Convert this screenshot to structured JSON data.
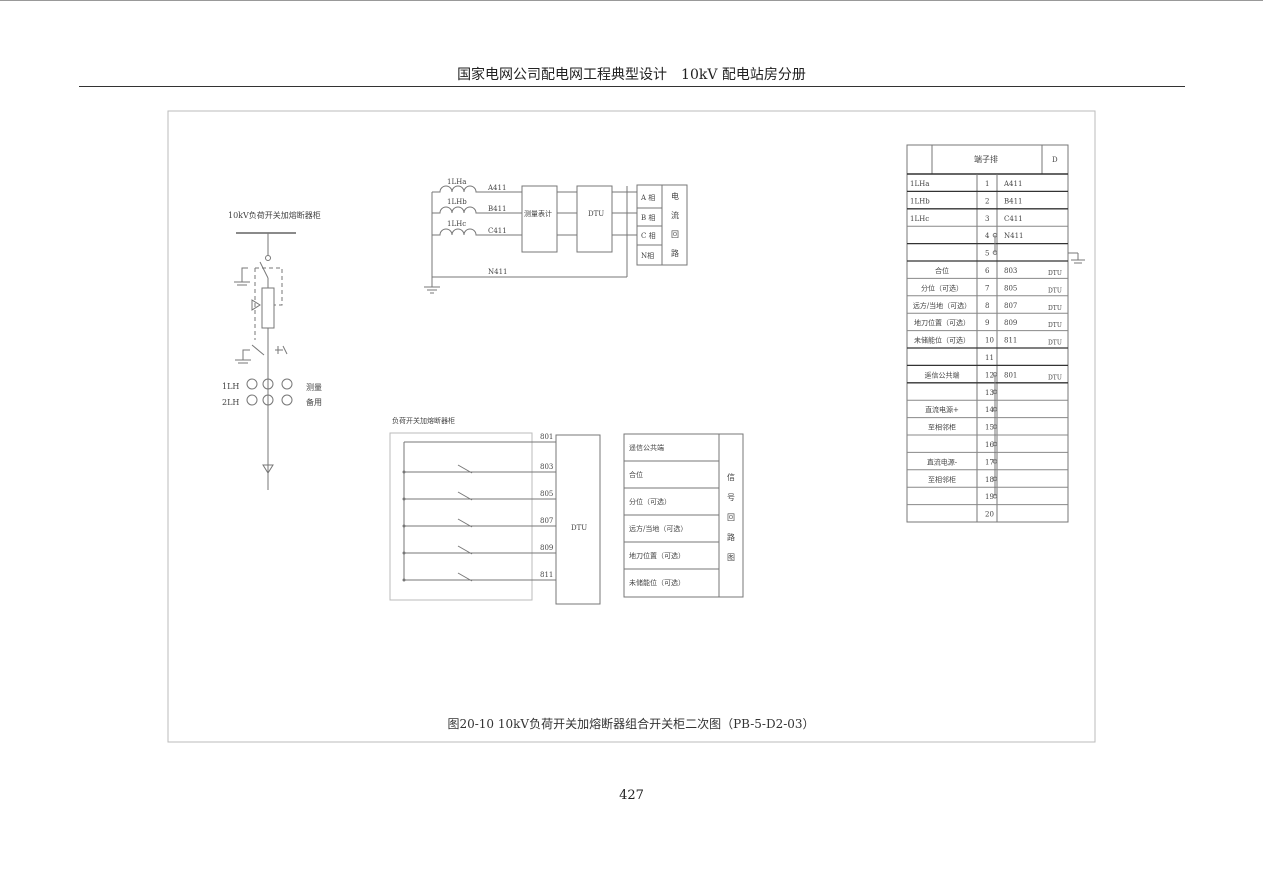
{
  "header": {
    "title": "国家电网公司配电网工程典型设计　10kV 配电站房分册"
  },
  "page_number": "427",
  "caption": "图20-10 10kV负荷开关加熔断器组合开关柜二次图（PB-5-D2-03）",
  "single_line": {
    "title": "10kV负荷开关加熔断器柜",
    "ct_labels": [
      "1LH",
      "2LH"
    ],
    "ct_uses": [
      "测量",
      "备用"
    ]
  },
  "current_circuit": {
    "ct_names": [
      "1LHa",
      "1LHb",
      "1LHc"
    ],
    "wires": [
      "A411",
      "B411",
      "C411",
      "N411"
    ],
    "meter": "测量表计",
    "dtu": "DTU",
    "phases": [
      "A 相",
      "B 相",
      "C 相",
      "N相"
    ],
    "side_label": [
      "电",
      "流",
      "回",
      "路"
    ]
  },
  "signal_circuit": {
    "title": "负荷开关加熔断器柜",
    "wires": [
      "801",
      "803",
      "805",
      "807",
      "809",
      "811"
    ],
    "dtu": "DTU",
    "labels": [
      "遥信公共端",
      "合位",
      "分位（可选）",
      "远方/当地（可选）",
      "地刀位置（可选）",
      "未储能位（可选）"
    ],
    "side_label": [
      "信",
      "号",
      "回",
      "路",
      "图"
    ]
  },
  "terminal_block": {
    "title": "端子排",
    "code": "D",
    "rows": [
      {
        "label": "1LHa",
        "num": "1",
        "wire": "A411",
        "dest": ""
      },
      {
        "label": "1LHb",
        "num": "2",
        "wire": "B411",
        "dest": ""
      },
      {
        "label": "1LHc",
        "num": "3",
        "wire": "C411",
        "dest": ""
      },
      {
        "label": "",
        "num": "4",
        "wire": "N411",
        "dest": ""
      },
      {
        "label": "",
        "num": "5",
        "wire": "",
        "dest": ""
      },
      {
        "label": "合位",
        "num": "6",
        "wire": "803",
        "dest": "DTU"
      },
      {
        "label": "分位（可选）",
        "num": "7",
        "wire": "805",
        "dest": "DTU"
      },
      {
        "label": "远方/当地（可选）",
        "num": "8",
        "wire": "807",
        "dest": "DTU"
      },
      {
        "label": "地刀位置（可选）",
        "num": "9",
        "wire": "809",
        "dest": "DTU"
      },
      {
        "label": "未储能位（可选）",
        "num": "10",
        "wire": "811",
        "dest": "DTU"
      },
      {
        "label": "",
        "num": "11",
        "wire": "",
        "dest": ""
      },
      {
        "label": "遥信公共端",
        "num": "12",
        "wire": "801",
        "dest": "DTU"
      },
      {
        "label": "",
        "num": "13",
        "wire": "",
        "dest": ""
      },
      {
        "label": "直流电源+",
        "num": "14",
        "wire": "",
        "dest": ""
      },
      {
        "label": "至相邻柜",
        "num": "15",
        "wire": "",
        "dest": ""
      },
      {
        "label": "",
        "num": "16",
        "wire": "",
        "dest": ""
      },
      {
        "label": "直流电源-",
        "num": "17",
        "wire": "",
        "dest": ""
      },
      {
        "label": "至相邻柜",
        "num": "18",
        "wire": "",
        "dest": ""
      },
      {
        "label": "",
        "num": "19",
        "wire": "",
        "dest": ""
      },
      {
        "label": "",
        "num": "20",
        "wire": "",
        "dest": ""
      }
    ]
  }
}
